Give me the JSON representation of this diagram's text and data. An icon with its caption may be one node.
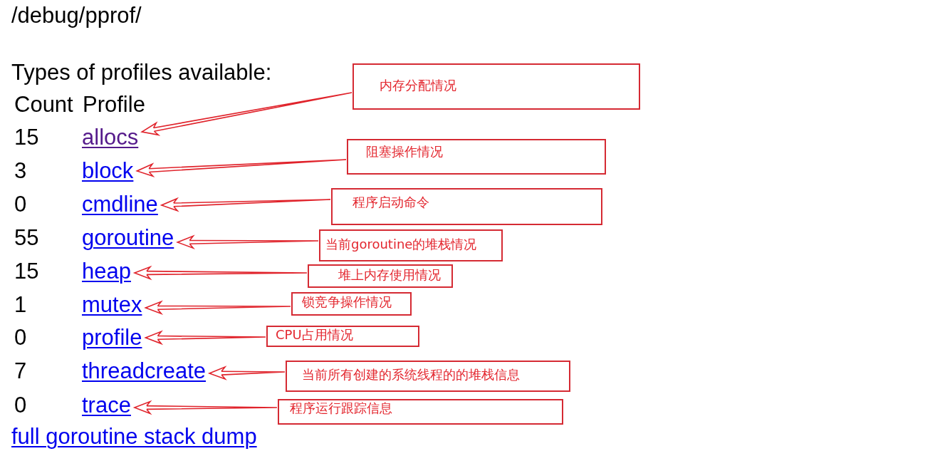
{
  "diagram": {
    "title": "/debug/pprof/",
    "nodes": [
      {
        "text": [
          "allocs"
        ]
      },
      {
        "text": [
          "内存分配情况"
        ]
      },
      {
        "text": [
          "block"
        ]
      },
      {
        "text": [
          "阻塞操作情况"
        ]
      },
      {
        "text": [
          "cmdline"
        ]
      },
      {
        "text": [
          "程序启动命令"
        ]
      },
      {
        "text": [
          "goroutine"
        ]
      },
      {
        "text": [
          "当前goroutine的堆栈情况"
        ]
      },
      {
        "text": [
          "heap"
        ]
      },
      {
        "text": [
          "堆上内存使用情况"
        ]
      },
      {
        "text": [
          "mutex"
        ]
      },
      {
        "text": [
          "锁竞争操作情况"
        ]
      },
      {
        "text": [
          "profile"
        ]
      },
      {
        "text": [
          "CPU占用情况"
        ]
      },
      {
        "text": [
          "threadcreate"
        ]
      },
      {
        "text": [
          "当前所有创建的系统线程的的堆栈信息"
        ]
      },
      {
        "text": [
          "trace"
        ]
      },
      {
        "text": [
          "程序运行跟踪信息"
        ]
      }
    ],
    "edges": [
      {
        "from": 1,
        "to": 0,
        "arrow": "to"
      },
      {
        "from": 3,
        "to": 2,
        "arrow": "to"
      },
      {
        "from": 5,
        "to": 4,
        "arrow": "to"
      },
      {
        "from": 7,
        "to": 6,
        "arrow": "to"
      },
      {
        "from": 9,
        "to": 8,
        "arrow": "to"
      },
      {
        "from": 11,
        "to": 10,
        "arrow": "to"
      },
      {
        "from": 13,
        "to": 12,
        "arrow": "to"
      },
      {
        "from": 15,
        "to": 14,
        "arrow": "to"
      },
      {
        "from": 17,
        "to": 16,
        "arrow": "to"
      }
    ],
    "labels": [
      "Types of profiles available:",
      "Count",
      "Profile",
      "15",
      "3",
      "0",
      "55",
      "15",
      "1",
      "0",
      "7",
      "0",
      "full goroutine stack dump"
    ]
  }
}
